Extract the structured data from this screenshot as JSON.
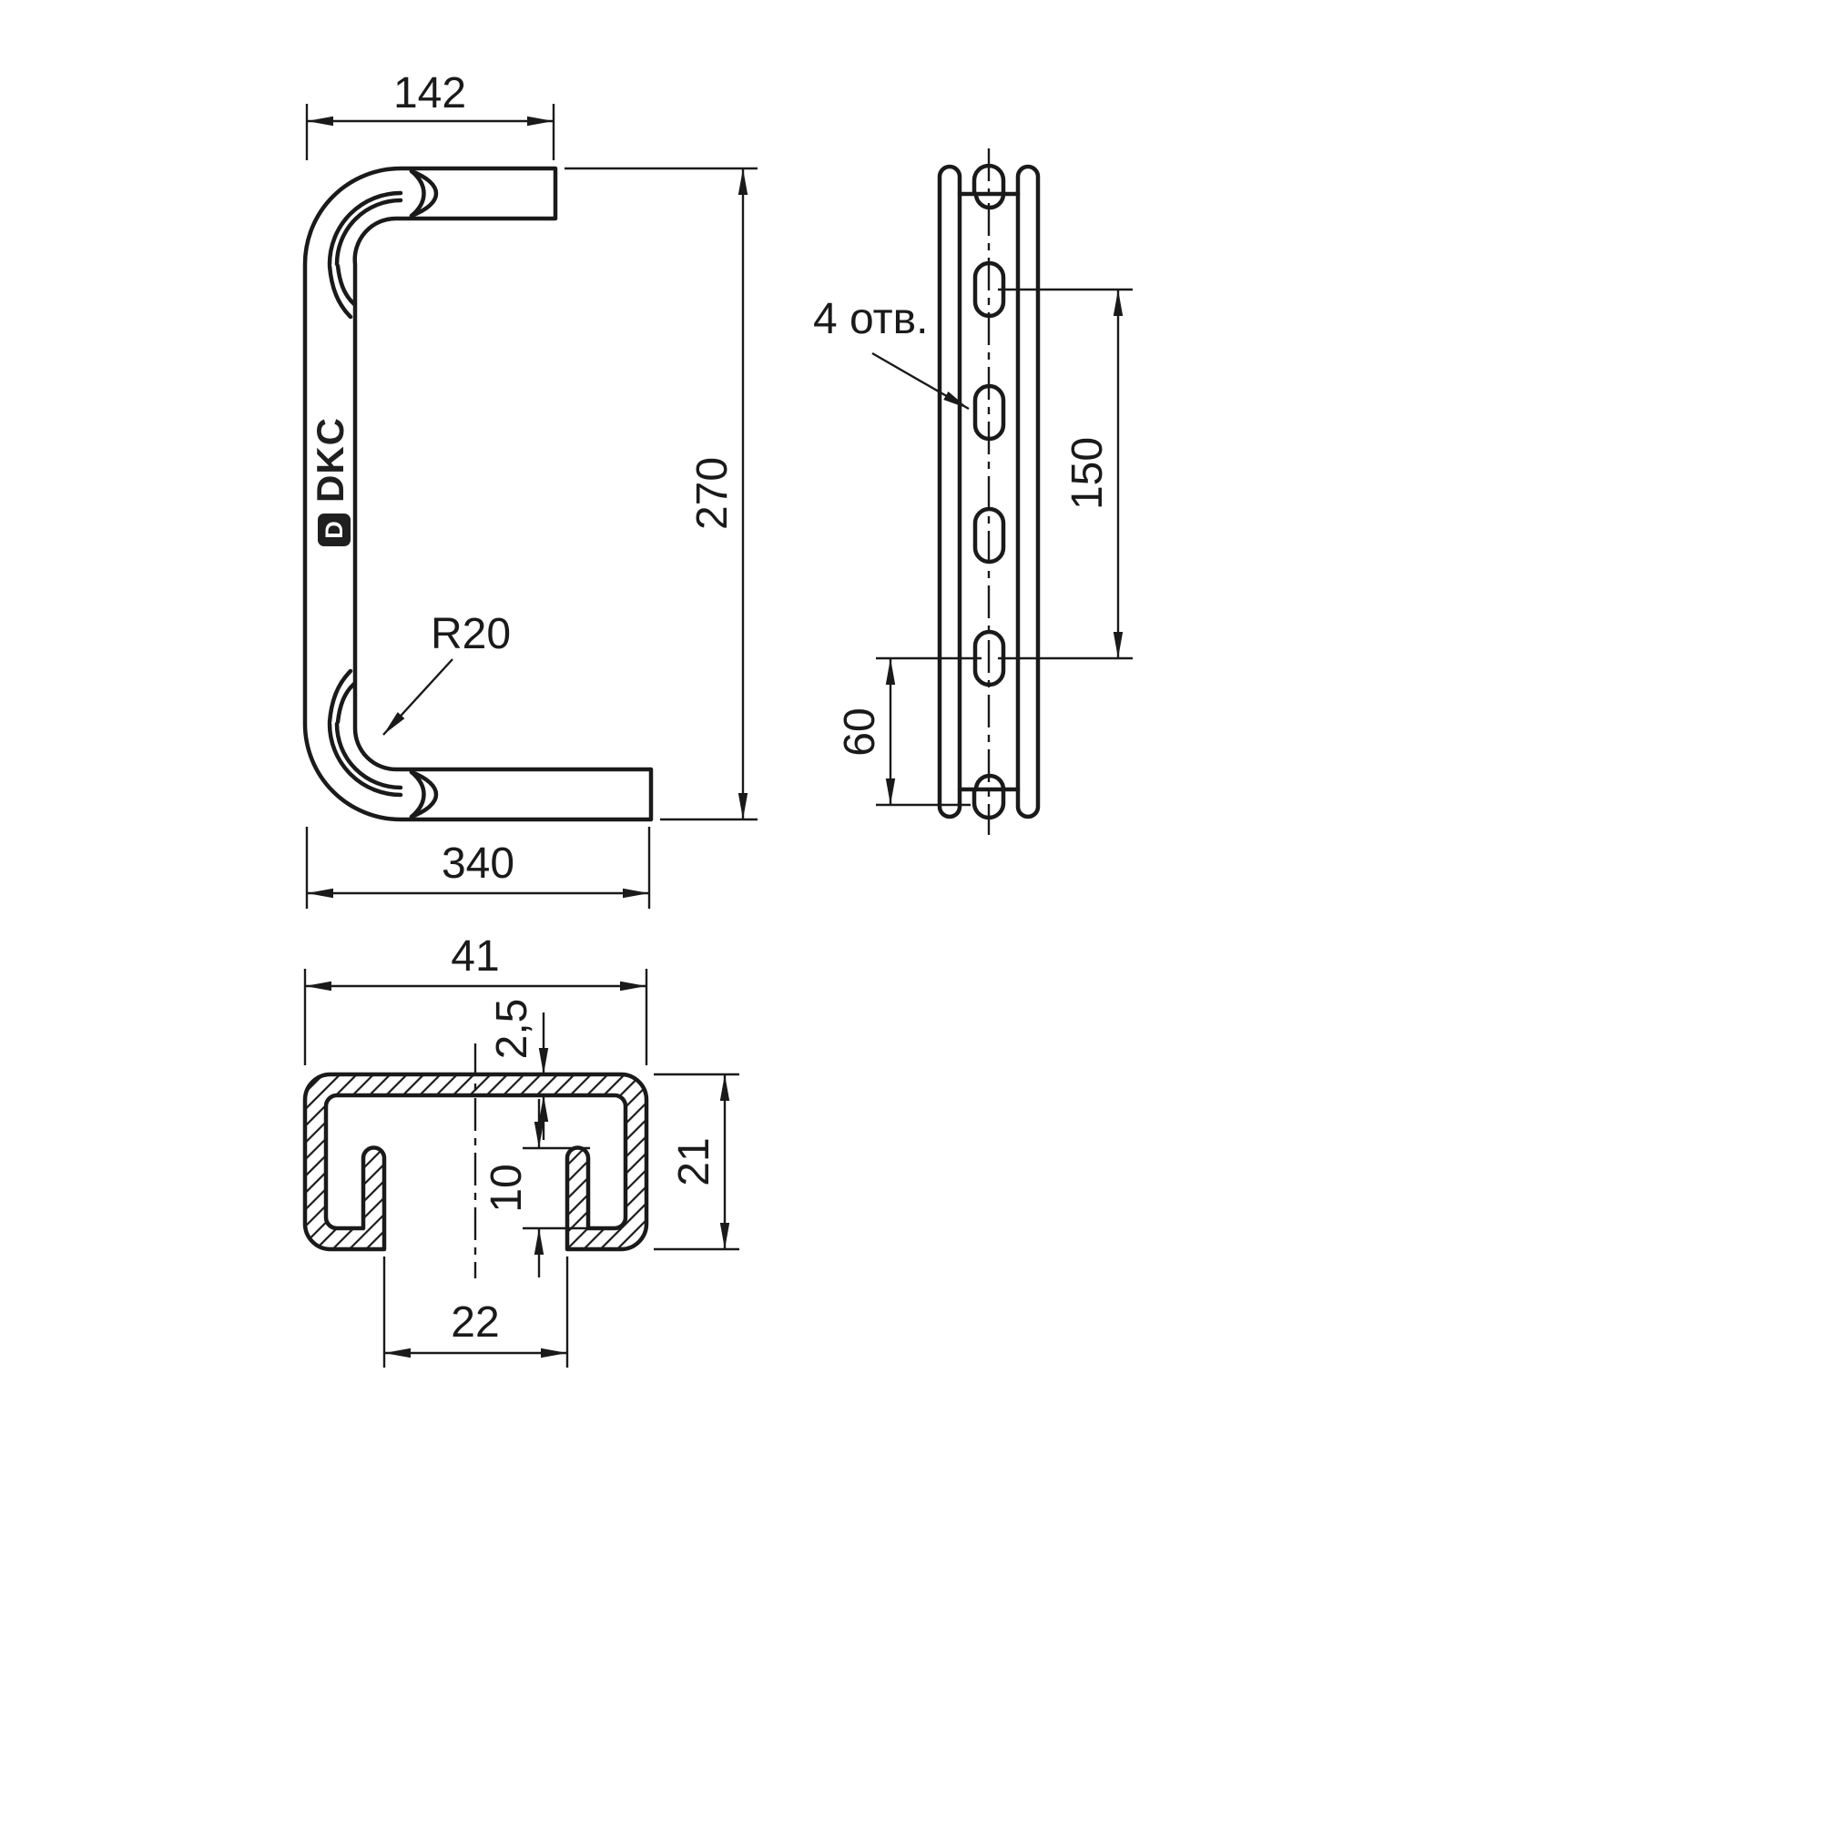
{
  "meta": {
    "background": "#ffffff",
    "ink": "#1a1a1a"
  },
  "logo": {
    "text": "DKC",
    "icon_letter": "D"
  },
  "side_view": {
    "dim_top_width": "142",
    "dim_height": "270",
    "dim_bottom_width": "340",
    "radius_label": "R20"
  },
  "front_view": {
    "holes_label": "4 отв.",
    "dim_slot_span": "150",
    "dim_bottom_offset": "60"
  },
  "section_view": {
    "dim_width": "41",
    "dim_thickness": "2,5",
    "dim_height": "21",
    "dim_lip": "10",
    "dim_opening": "22"
  }
}
